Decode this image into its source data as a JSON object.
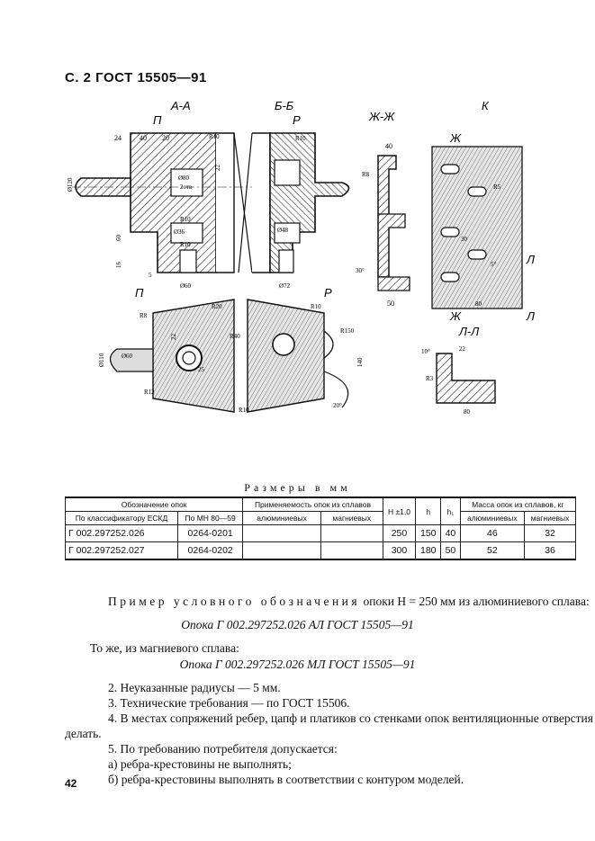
{
  "header": {
    "page_label": "С. 2 ГОСТ 15505—91"
  },
  "drawing": {
    "views": {
      "aa": "А-А",
      "bb": "Б-Б",
      "zhzh": "Ж-Ж",
      "ko": "К",
      "ll": "Л-Л",
      "p_left": "П",
      "r_right": "Р",
      "p_mark": "П",
      "r_mark": "Р",
      "zh_top": "Ж",
      "zh_bot": "Ж",
      "l_top": "Л",
      "l_bot": "Л"
    },
    "dims": {
      "d24": "24",
      "d40a": "40",
      "d20": "20",
      "dR10a": "R10",
      "d22": "22",
      "dphi80a": "Ø80",
      "d2otv": "2отв",
      "dR10b": "R10",
      "dphi36": "Ø36",
      "dR10c": "R10",
      "dphi60a": "Ø60",
      "d60": "60",
      "d16": "16",
      "d5": "5",
      "dR10d": "R10",
      "dphi48": "Ø48",
      "dphi72": "Ø72",
      "d40b": "40",
      "dR8a": "R8",
      "dR5": "R5",
      "d5b": "5°",
      "d30": "30",
      "d30b": "30°",
      "d80": "80",
      "d50": "50",
      "dR20": "R20",
      "dR40": "R40",
      "dR10e": "R10",
      "dR150": "R150",
      "d20deg": "20°",
      "dR8b": "R8",
      "dphi110": "Ø110",
      "dphi60b": "Ø60",
      "d22b": "22",
      "d25": "25",
      "dR12": "R12",
      "d140": "140",
      "dR10f": "R10",
      "d10deg": "10°",
      "d22c": "22",
      "dR3": "R3",
      "d80b": "80",
      "dphi120": "Ø120"
    }
  },
  "caption": "Размеры в мм",
  "table": {
    "h_designation": "Обозначение опок",
    "h_eskd": "По классификатору ЕСКД",
    "h_mn": "По МН 80—59",
    "h_applic": "Применяемость опок из сплавов",
    "h_alum": "алюминиевых",
    "h_magn": "магниевых",
    "h_H": "H ±1,0",
    "h_h": "h",
    "h_h1": "h₁",
    "h_mass": "Масса опок из сплавов, кг",
    "h_alum2": "алюминиевых",
    "h_magn2": "магниевых",
    "rows": [
      {
        "eskd": "Г 002.297252.026",
        "mn": "0264-0201",
        "alum": "",
        "magn": "",
        "H": "250",
        "h": "150",
        "h1": "40",
        "m_al": "46",
        "m_mg": "32"
      },
      {
        "eskd": "Г 002.297252.027",
        "mn": "0264-0202",
        "alum": "",
        "magn": "",
        "H": "300",
        "h": "180",
        "h1": "50",
        "m_al": "52",
        "m_mg": "36"
      }
    ]
  },
  "body": {
    "example_lead": "Пример условного обозначения",
    "example_rest": "опоки H = 250 мм из алюминиевого сплава:",
    "example_code1": "Опока Г 002.297252.026 АЛ ГОСТ 15505—91",
    "same_magn": "То же, из магниевого сплава:",
    "example_code2": "Опока Г 002.297252.026 МЛ ГОСТ 15505—91",
    "note2": "2. Неуказанные радиусы — 5 мм.",
    "note3": "3. Технические требования — по ГОСТ 15506.",
    "note4a": "4. В местах сопряжений ребер, цапф и платиков со стенками опок вентиляционные отверстия не",
    "note4b": "делать.",
    "note5": "5. По требованию потребителя допускается:",
    "note5a": "а) ребра-крестовины не выполнять;",
    "note5b": "б) ребра-крестовины выполнять в соответствии с контуром моделей."
  },
  "page_number": "42"
}
